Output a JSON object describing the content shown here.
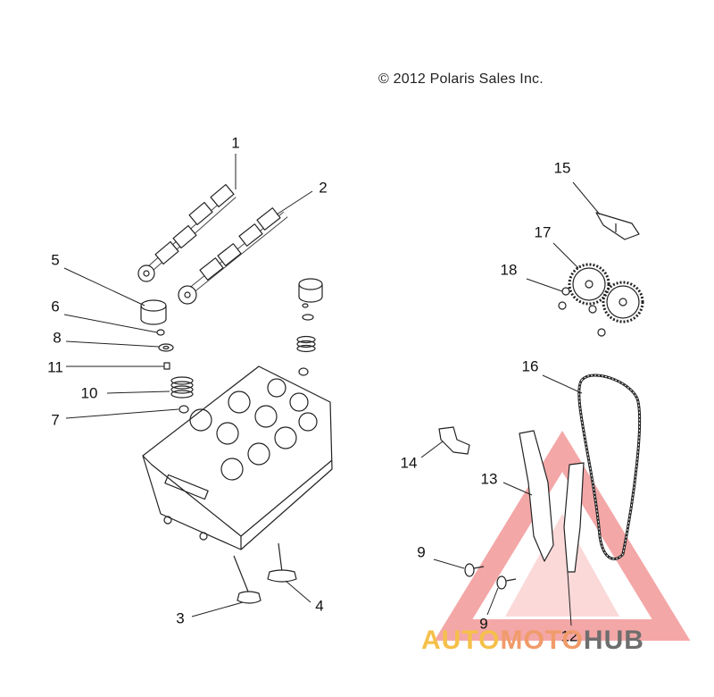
{
  "copyright": "© 2012 Polaris Sales Inc.",
  "callouts": [
    "1",
    "2",
    "3",
    "4",
    "5",
    "6",
    "7",
    "8",
    "9",
    "9",
    "10",
    "11",
    "12",
    "13",
    "14",
    "15",
    "16",
    "17",
    "18"
  ],
  "watermark": {
    "part1": "AUTO",
    "part2": "MOTO",
    "part3": "HUB"
  },
  "colors": {
    "line": "#222222",
    "watermark_triangle": "#f08a8a",
    "watermark_yellow": "#f5c04a",
    "watermark_grey": "#6e6e6e"
  }
}
